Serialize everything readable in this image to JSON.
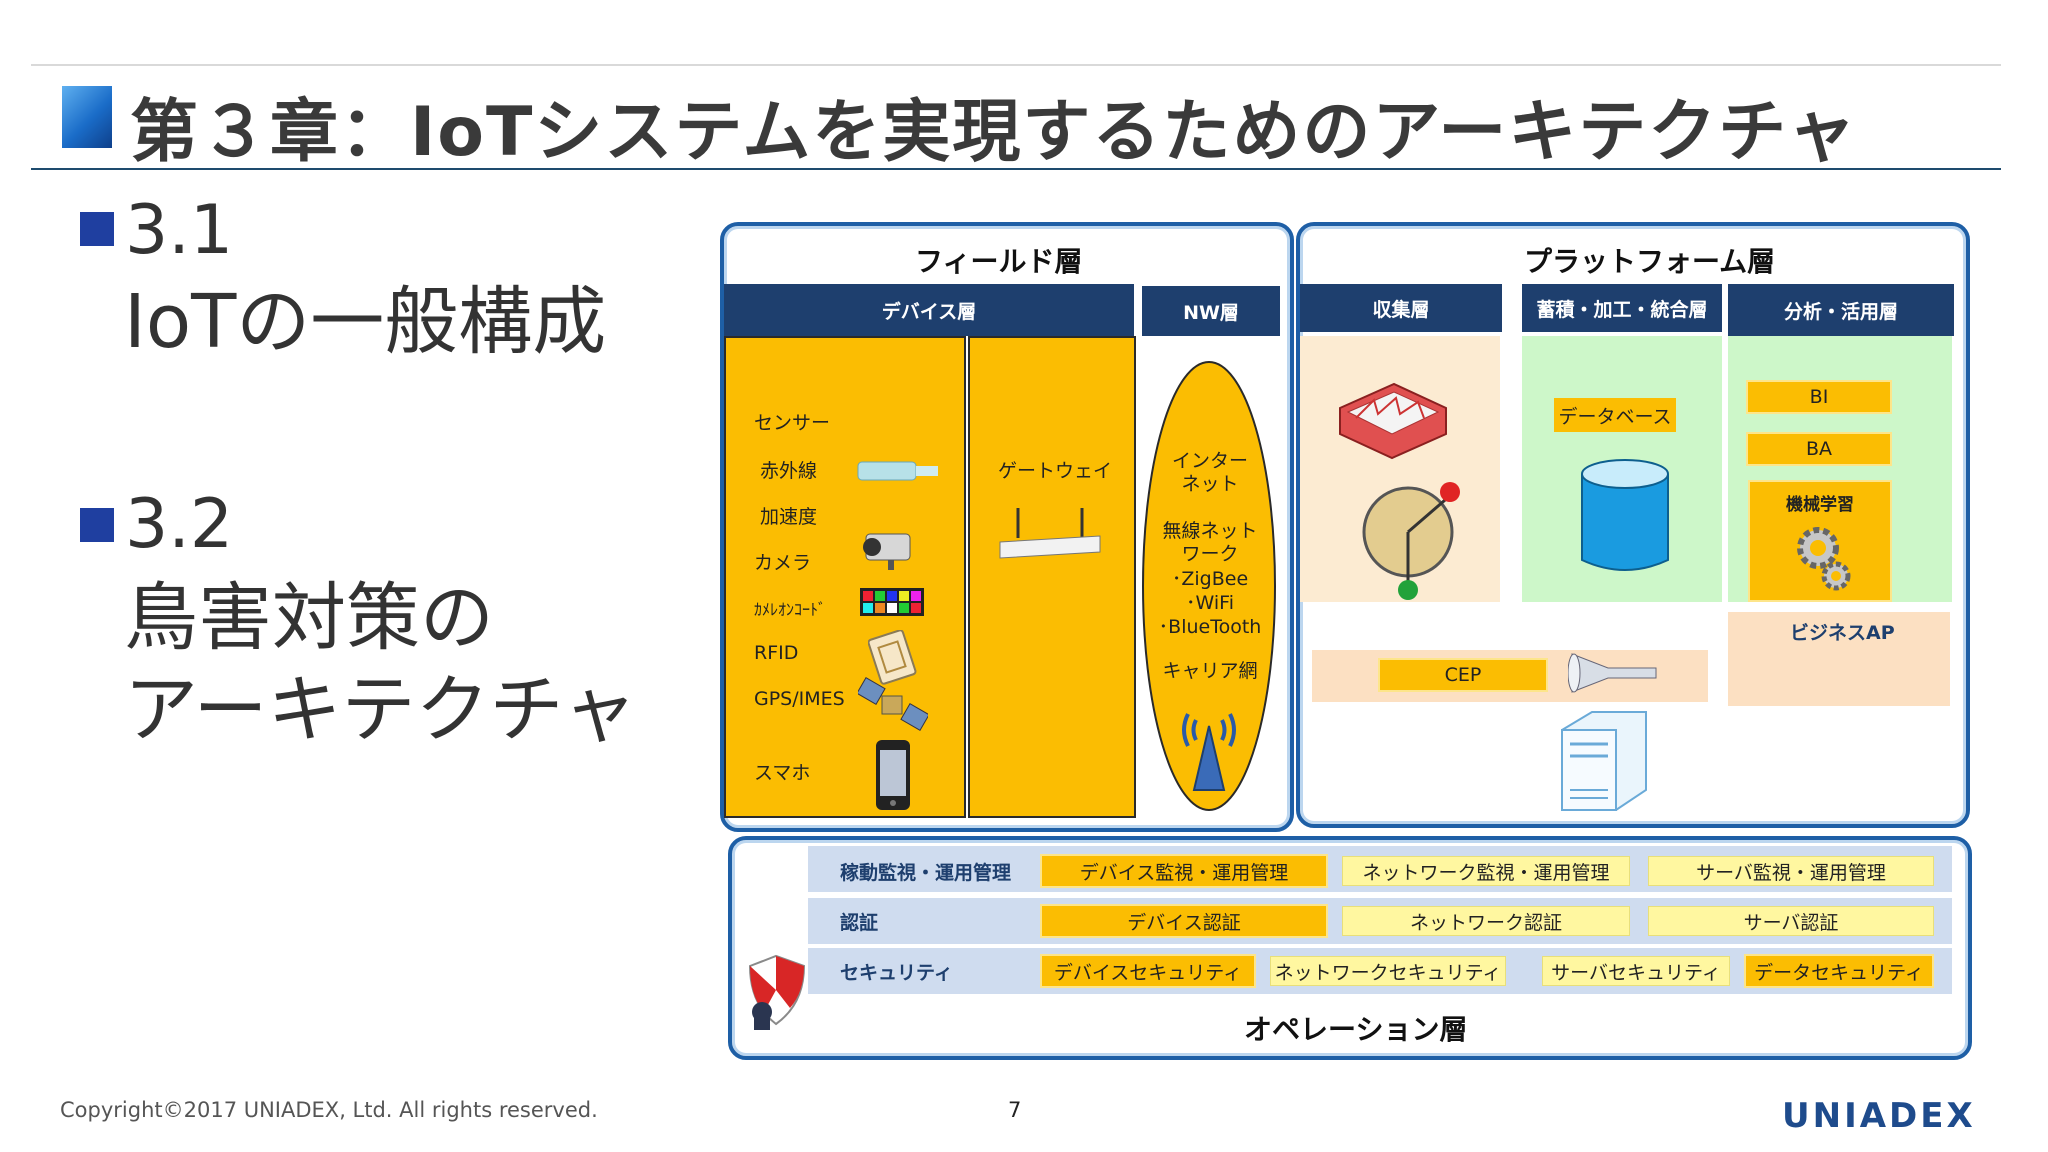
{
  "slide": {
    "title": "第３章：IoTシステムを実現するためのアーキテクチャ",
    "bullets": [
      {
        "number": "3.1",
        "text": "IoTの一般構成"
      },
      {
        "number": "3.2",
        "text_line1": "鳥害対策の",
        "text_line2": "アーキテクチャ"
      }
    ]
  },
  "diagram": {
    "field": {
      "title": "フィールド層",
      "device_header": "デバイス層",
      "nw_header": "NW層",
      "devices": [
        "センサー",
        "赤外線",
        "加速度",
        "カメラ",
        "ｶﾒﾚｵﾝｺｰﾄﾞ",
        "RFID",
        "GPS/IMES",
        "スマホ"
      ],
      "gateway": "ゲートウェイ",
      "nw_items": [
        "インター\nネット",
        "無線ネット\nワーク",
        "･ZigBee",
        "･WiFi",
        "･BlueTooth",
        "キャリア網"
      ]
    },
    "platform": {
      "title": "プラットフォーム層",
      "collect_header": "収集層",
      "store_header": "蓄積・加工・統合層",
      "analyze_header": "分析・活用層",
      "database": "データベース",
      "bi": "BI",
      "ba": "BA",
      "ml": "機械学習",
      "bizap": "ビジネスAP",
      "cep": "CEP"
    },
    "operation": {
      "title": "オペレーション層",
      "rows": [
        {
          "label": "稼動監視・運用管理",
          "items": [
            "デバイス監視・運用管理",
            "ネットワーク監視・運用管理",
            "サーバ監視・運用管理"
          ]
        },
        {
          "label": "認証",
          "items": [
            "デバイス認証",
            "ネットワーク認証",
            "サーバ認証"
          ]
        },
        {
          "label": "セキュリティ",
          "items": [
            "デバイスセキュリティ",
            "ネットワークセキュリティ",
            "サーバセキュリティ",
            "データセキュリティ"
          ]
        }
      ]
    }
  },
  "footer": {
    "copyright": "Copyright©2017 UNIADEX, Ltd. All rights reserved.",
    "page": "7",
    "logo": "UNIADEX"
  },
  "colors": {
    "accent": "#fbbd02",
    "header": "#1e3f6e",
    "border": "#1e5fa6"
  }
}
